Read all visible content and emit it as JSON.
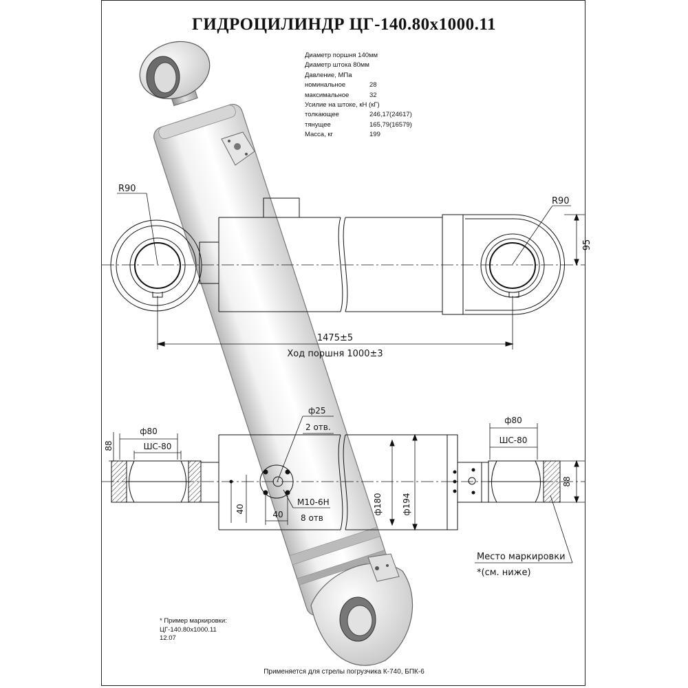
{
  "title": "ГИДРОЦИЛИНДР  ЦГ-140.80х1000.11",
  "specs": [
    {
      "label": "Диаметр поршня 140мм",
      "value": ""
    },
    {
      "label": "Диаметр штока 80мм",
      "value": ""
    },
    {
      "label": "Давление, МПа",
      "value": ""
    },
    {
      "label": "номинальное",
      "value": "28"
    },
    {
      "label": "максимальное",
      "value": "32"
    },
    {
      "label": "Усилие на штоке, кН (кГ)",
      "value": ""
    },
    {
      "label": "толкающее",
      "value": "246,17(24617)"
    },
    {
      "label": "тянущее",
      "value": "165,79(16579)"
    },
    {
      "label": "Масса, кг",
      "value": "199"
    }
  ],
  "dimensions": {
    "r_left": "R90",
    "r_right": "R90",
    "height_95": "95",
    "length": "1475±5",
    "stroke": "Ход поршня 1000±3",
    "hole_diameter": "ф25",
    "hole_count": "2 отв.",
    "thread": "М10-6Н",
    "thread_count": "8 отв",
    "offset_x": "40",
    "offset_y": "40",
    "dia_180": "ф180",
    "dia_194": "ф194",
    "dia_80_left": "ф80",
    "bearing_left": "ШС-80",
    "width_88_left": "88",
    "dia_80_right": "ф80",
    "bearing_right": "ШС-80",
    "width_88_right": "88"
  },
  "marking": {
    "place": "Место маркировки",
    "note": "*(см. ниже)"
  },
  "example": {
    "heading": "* Пример маркировки:",
    "line1": "ЦГ-140.80х1000.11",
    "line2": "12.07"
  },
  "footer": "Применяется для стрелы погрузчика К-740, БПК-6"
}
